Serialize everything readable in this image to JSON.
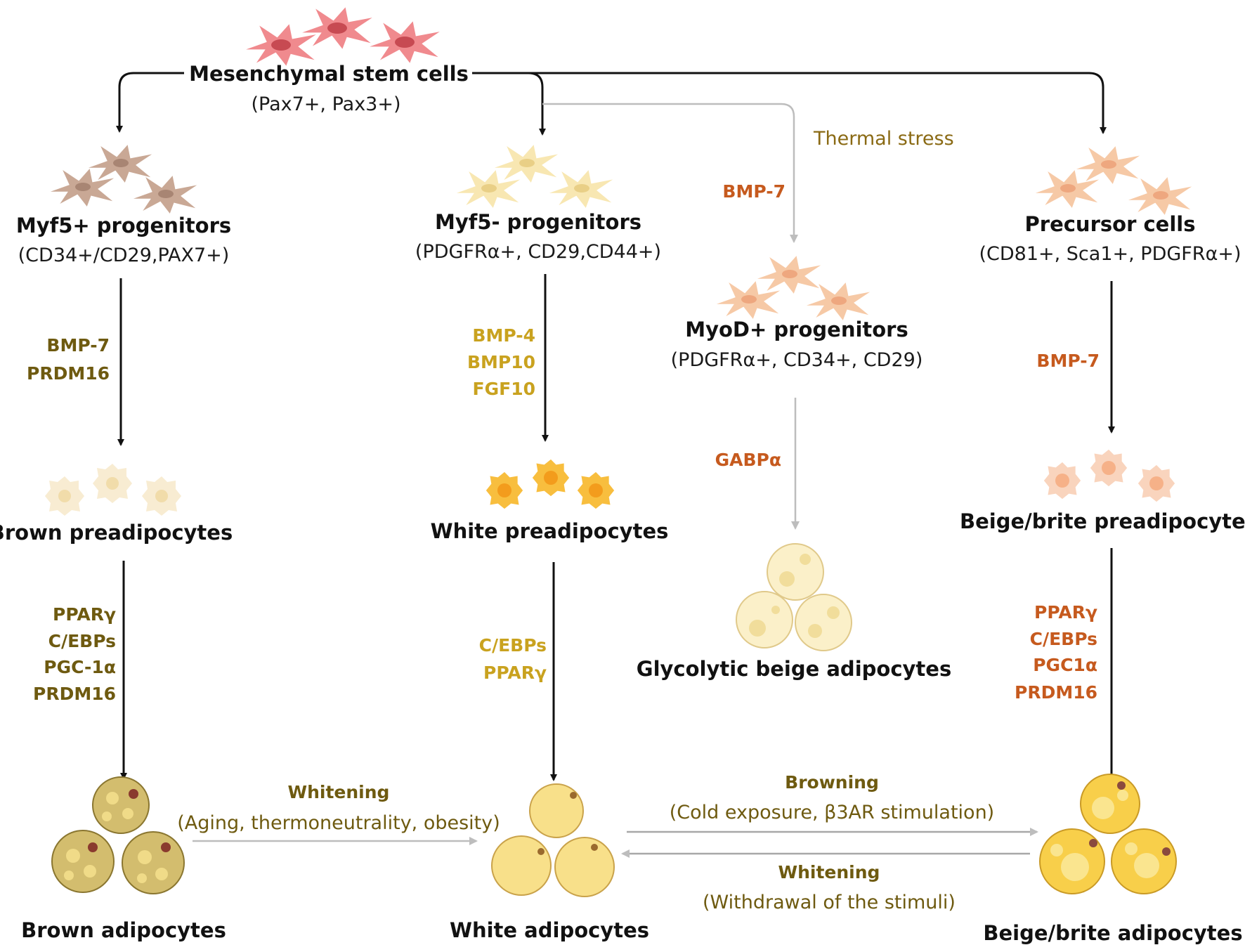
{
  "colors": {
    "arrow_dark": "#111111",
    "arrow_light": "#bdbdbd",
    "text_olive": "#6e5a10",
    "text_gold": "#c9a21f",
    "text_orange": "#c65a1e",
    "mesenchymal_cell": "#f08a8e",
    "myf5pos_cell": "#c9a895",
    "myf5neg_cell": "#f8e7b2",
    "precursor_cell": "#f6c9a6",
    "brown_pre_cell": "#f8ecd2",
    "white_pre_cell": "#f8be3e",
    "beige_pre_cell": "#f9d4bd",
    "brown_adipocyte": "#d3bd6e",
    "white_adipocyte": "#f8e08a",
    "beige_adipocyte": "#f8cf4a",
    "glycolytic_adipocyte": "#fbf0c9"
  },
  "nodes": {
    "mesenchymal": {
      "title": "Mesenchymal stem cells",
      "subtitle": "(Pax7+, Pax3+)"
    },
    "myf5_pos": {
      "title": "Myf5+ progenitors",
      "subtitle": "(CD34+/CD29,PAX7+)"
    },
    "myf5_neg": {
      "title": "Myf5- progenitors",
      "subtitle": "(PDGFRα+, CD29,CD44+)"
    },
    "precursor": {
      "title": "Precursor  cells",
      "subtitle": "(CD81+, Sca1+, PDGFRα+)"
    },
    "myod": {
      "title": "MyoD+ progenitors",
      "subtitle": "(PDGFRα+, CD34+, CD29)"
    },
    "brown_pre": {
      "title": "Brown preadipocytes"
    },
    "white_pre": {
      "title": "White preadipocytes"
    },
    "beige_pre": {
      "title": "Beige/brite preadipocytes"
    },
    "glycolytic": {
      "title": "Glycolytic beige adipocytes"
    },
    "brown_adipo": {
      "title": "Brown adipocytes"
    },
    "white_adipo": {
      "title": "White adipocytes"
    },
    "beige_adipo": {
      "title": "Beige/brite adipocytes"
    }
  },
  "factors": {
    "myf5_pos_to_brown_pre": [
      "BMP-7",
      "PRDM16"
    ],
    "myf5_neg_to_white_pre": [
      "BMP-4",
      "BMP10",
      "FGF10"
    ],
    "precursor_to_beige_pre": [
      "BMP-7"
    ],
    "brown_pre_to_brown_adipo": [
      "PPARγ",
      "C/EBPs",
      "PGC-1α",
      "PRDM16"
    ],
    "white_pre_to_white_adipo": [
      "C/EBPs",
      "PPARγ"
    ],
    "beige_pre_to_beige_adipo": [
      "PPARγ",
      "C/EBPs",
      "PGC1α",
      "PRDM16"
    ],
    "myod_bmp": "BMP-7",
    "myod_to_glycolytic": "GABPα"
  },
  "annotations": {
    "thermal_stress": "Thermal stress",
    "whitening_left": {
      "title": "Whitening",
      "detail": "(Aging, thermoneutrality,  obesity)"
    },
    "browning": {
      "title": "Browning",
      "detail": "(Cold exposure,  β3AR stimulation)"
    },
    "whitening_right": {
      "title": "Whitening",
      "detail": "(Withdrawal of the stimuli)"
    }
  }
}
